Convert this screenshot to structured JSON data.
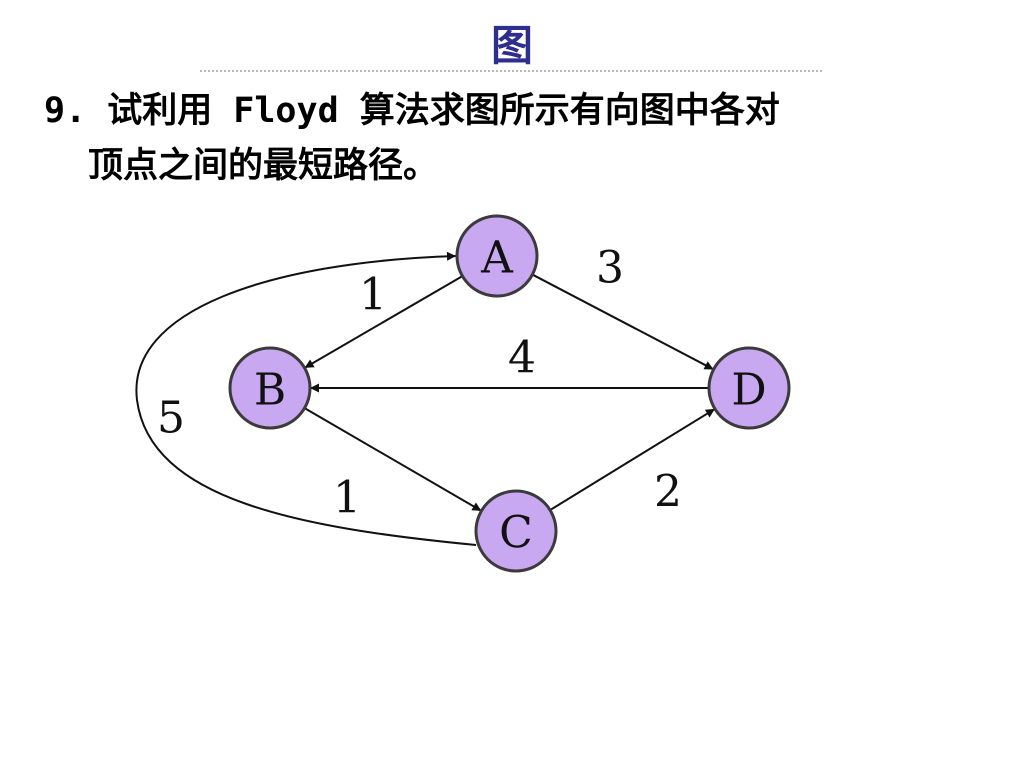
{
  "slide": {
    "title": "图"
  },
  "question": {
    "line1": "9. 试利用 Floyd 算法求图所示有向图中各对",
    "line2": "顶点之间的最短路径。"
  },
  "graph": {
    "nodes": [
      {
        "id": "A",
        "label": "A"
      },
      {
        "id": "B",
        "label": "B"
      },
      {
        "id": "C",
        "label": "C"
      },
      {
        "id": "D",
        "label": "D"
      }
    ],
    "edges": [
      {
        "from": "A",
        "to": "B",
        "weight": "1"
      },
      {
        "from": "A",
        "to": "D",
        "weight": "3"
      },
      {
        "from": "D",
        "to": "B",
        "weight": "4"
      },
      {
        "from": "B",
        "to": "C",
        "weight": "1"
      },
      {
        "from": "C",
        "to": "D",
        "weight": "2"
      },
      {
        "from": "C",
        "to": "A",
        "weight": "5"
      }
    ],
    "colors": {
      "node_fill": "#c9a8f2",
      "edge": "#111111",
      "title": "#2e2e8f"
    }
  }
}
